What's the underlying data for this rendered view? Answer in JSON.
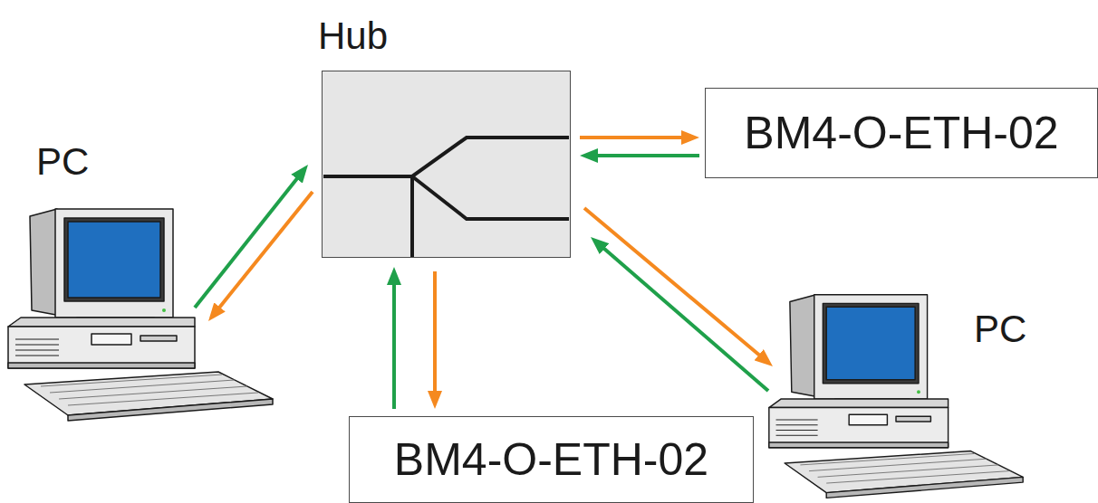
{
  "diagram": {
    "nodes": [
      {
        "text": [
          "Hub"
        ]
      },
      {
        "text": [
          "BM4-O-ETH-02"
        ]
      },
      {
        "text": [
          "PC"
        ]
      },
      {
        "text": [
          "PC"
        ]
      },
      {
        "text": [
          "BM4-O-ETH-02"
        ]
      }
    ],
    "edges": [
      {
        "from": 2,
        "to": 0,
        "arrow": "to"
      },
      {
        "from": 0,
        "to": 2,
        "arrow": "to"
      },
      {
        "from": 0,
        "to": 1,
        "arrow": "to"
      },
      {
        "from": 1,
        "to": 0,
        "arrow": "to"
      },
      {
        "from": 4,
        "to": 0,
        "arrow": "to"
      },
      {
        "from": 0,
        "to": 4,
        "arrow": "to"
      },
      {
        "from": 0,
        "to": 3,
        "arrow": "to"
      },
      {
        "from": 3,
        "to": 0,
        "arrow": "to"
      }
    ]
  }
}
